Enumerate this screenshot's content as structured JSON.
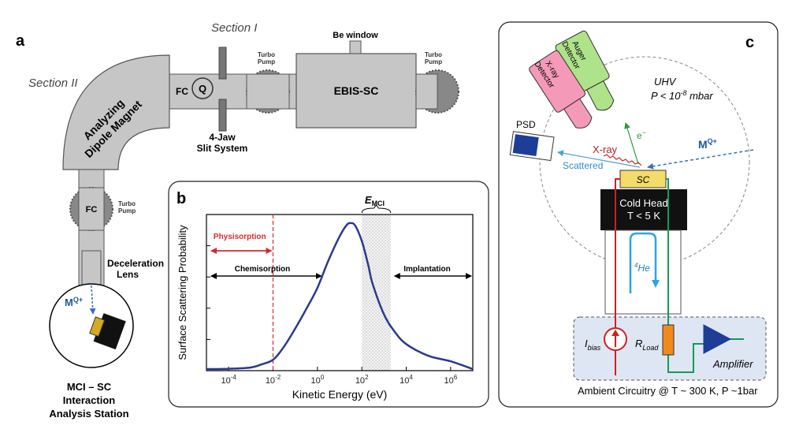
{
  "panel_a": {
    "letter": "a",
    "section_i": "Section I",
    "section_ii": "Section II",
    "be_window": "Be window",
    "turbo_pump_word": "Turbo",
    "pump_word": "Pump",
    "ebis": "EBIS-SC",
    "fc": "FC",
    "q": "Q",
    "slit_line1": "4-Jaw",
    "slit_line2": "Slit System",
    "magnet_line1": "Analyzing",
    "magnet_line2": "Dipole Magnet",
    "decel_line1": "Deceleration",
    "decel_line2": "Lens",
    "beam_label": "M",
    "beam_sup": "Q+",
    "station_line1": "MCI – SC",
    "station_line2": "Interaction",
    "station_line3": "Analysis Station"
  },
  "panel_b": {
    "letter": "b",
    "chart_data": {
      "type": "line",
      "xlabel": "Kinetic Energy (eV)",
      "ylabel": "Surface Scattering Probability",
      "xscale": "log",
      "xlim": [
        1e-05,
        10000000
      ],
      "xticks": [
        {
          "value": 0.0001,
          "base": "10",
          "exp": "-4"
        },
        {
          "value": 0.01,
          "base": "10",
          "exp": "-2"
        },
        {
          "value": 1,
          "base": "10",
          "exp": "0"
        },
        {
          "value": 100,
          "base": "10",
          "exp": "2"
        },
        {
          "value": 10000,
          "base": "10",
          "exp": "4"
        },
        {
          "value": 1000000,
          "base": "10",
          "exp": "6"
        }
      ],
      "ylim": [
        0,
        1
      ],
      "yticks": [
        0.2,
        0.4,
        0.6,
        0.8,
        1.0
      ],
      "series": [
        {
          "color": "#2b3a8e",
          "x": [
            1e-05,
            0.0001,
            0.001,
            0.003,
            0.01,
            0.03,
            0.1,
            0.3,
            1,
            3,
            10,
            20,
            30,
            50,
            100,
            200,
            300,
            1000,
            3000,
            10000,
            100000,
            1000000,
            10000000
          ],
          "y": [
            0.01,
            0.012,
            0.02,
            0.04,
            0.07,
            0.15,
            0.27,
            0.39,
            0.53,
            0.7,
            0.86,
            0.93,
            0.945,
            0.93,
            0.83,
            0.67,
            0.56,
            0.36,
            0.25,
            0.17,
            0.095,
            0.06,
            0.01
          ]
        }
      ],
      "annotations": {
        "physisorption": "Physisorption",
        "physisorption_limit_x": 0.01,
        "chemisorption": "Chemisorption",
        "chemisorption_range": [
          1e-05,
          1.5
        ],
        "implantation": "Implantation",
        "implantation_range": [
          3000,
          10000000
        ],
        "emci_label": "E",
        "emci_sub": "MCI",
        "emci_band": [
          100,
          2000
        ]
      }
    }
  },
  "panel_c": {
    "letter": "c",
    "uhv": "UHV",
    "pressure": "P < 10",
    "pressure_exp": "-8",
    "pressure_unit": " mbar",
    "auger_line1": "Auger",
    "auger_line2": "Detector",
    "xray_line1": "X-ray",
    "xray_line2": "Detector",
    "psd": "PSD",
    "xray": "X-ray",
    "electron": "e",
    "electron_sup": "−",
    "scattered": "Scattered",
    "beam_label": "M",
    "beam_sup": "Q+",
    "sc": "SC",
    "cold_head_line1": "Cold Head",
    "cold_head_line2": "T < 5 K",
    "helium_sup": "4",
    "helium": "He",
    "ibias": "I",
    "ibias_sub": "bias",
    "rload": "R",
    "rload_sub": "Load",
    "amplifier": "Amplifier",
    "ambient": "Ambient Circuitry @ T ~ 300 K, P ~1bar",
    "colors": {
      "auger": "#aee38a",
      "xray_det": "#f49ab8",
      "psd": "#1d3d99",
      "beam": "#3a6fb8",
      "scattered": "#4aa3d8",
      "red_wire": "#d11f1f",
      "green_wire": "#149a56",
      "amp_box": "#dfe6f3",
      "sc_block": "#f4dc6a",
      "load": "#f08a1b"
    }
  }
}
